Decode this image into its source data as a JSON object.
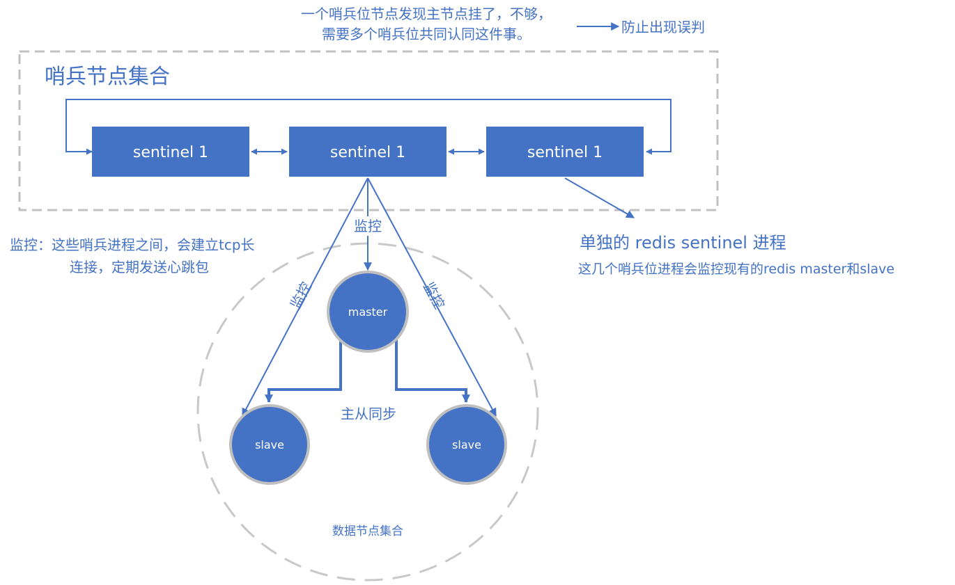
{
  "colors": {
    "accent": "#4472c4",
    "node_fill": "#4472c4",
    "node_text": "#ffffff",
    "dashed_border": "#c0c0c0",
    "circle_border": "#bfbfbf"
  },
  "top_note": {
    "line1": "一个哨兵位节点发现主节点挂了，不够，",
    "line2": "需要多个哨兵位共同认同这件事。",
    "arrow_label": "防止出现误判"
  },
  "sentinel_group": {
    "title": "哨兵节点集合",
    "nodes": [
      "sentinel 1",
      "sentinel 1",
      "sentinel 1"
    ]
  },
  "monitor_note": {
    "line1": "监控：这些哨兵进程之间，会建立tcp长",
    "line2": "连接，定期发送心跳包"
  },
  "process_note": {
    "title": "单独的 redis sentinel 进程",
    "subtitle": "这几个哨兵位进程会监控现有的redis master和slave"
  },
  "edge_labels": {
    "monitor_center": "监控",
    "monitor_left": "监控",
    "monitor_right": "监控",
    "replication": "主从同步"
  },
  "data_group": {
    "title": "数据节点集合",
    "master": "master",
    "slave_left": "slave",
    "slave_right": "slave"
  }
}
